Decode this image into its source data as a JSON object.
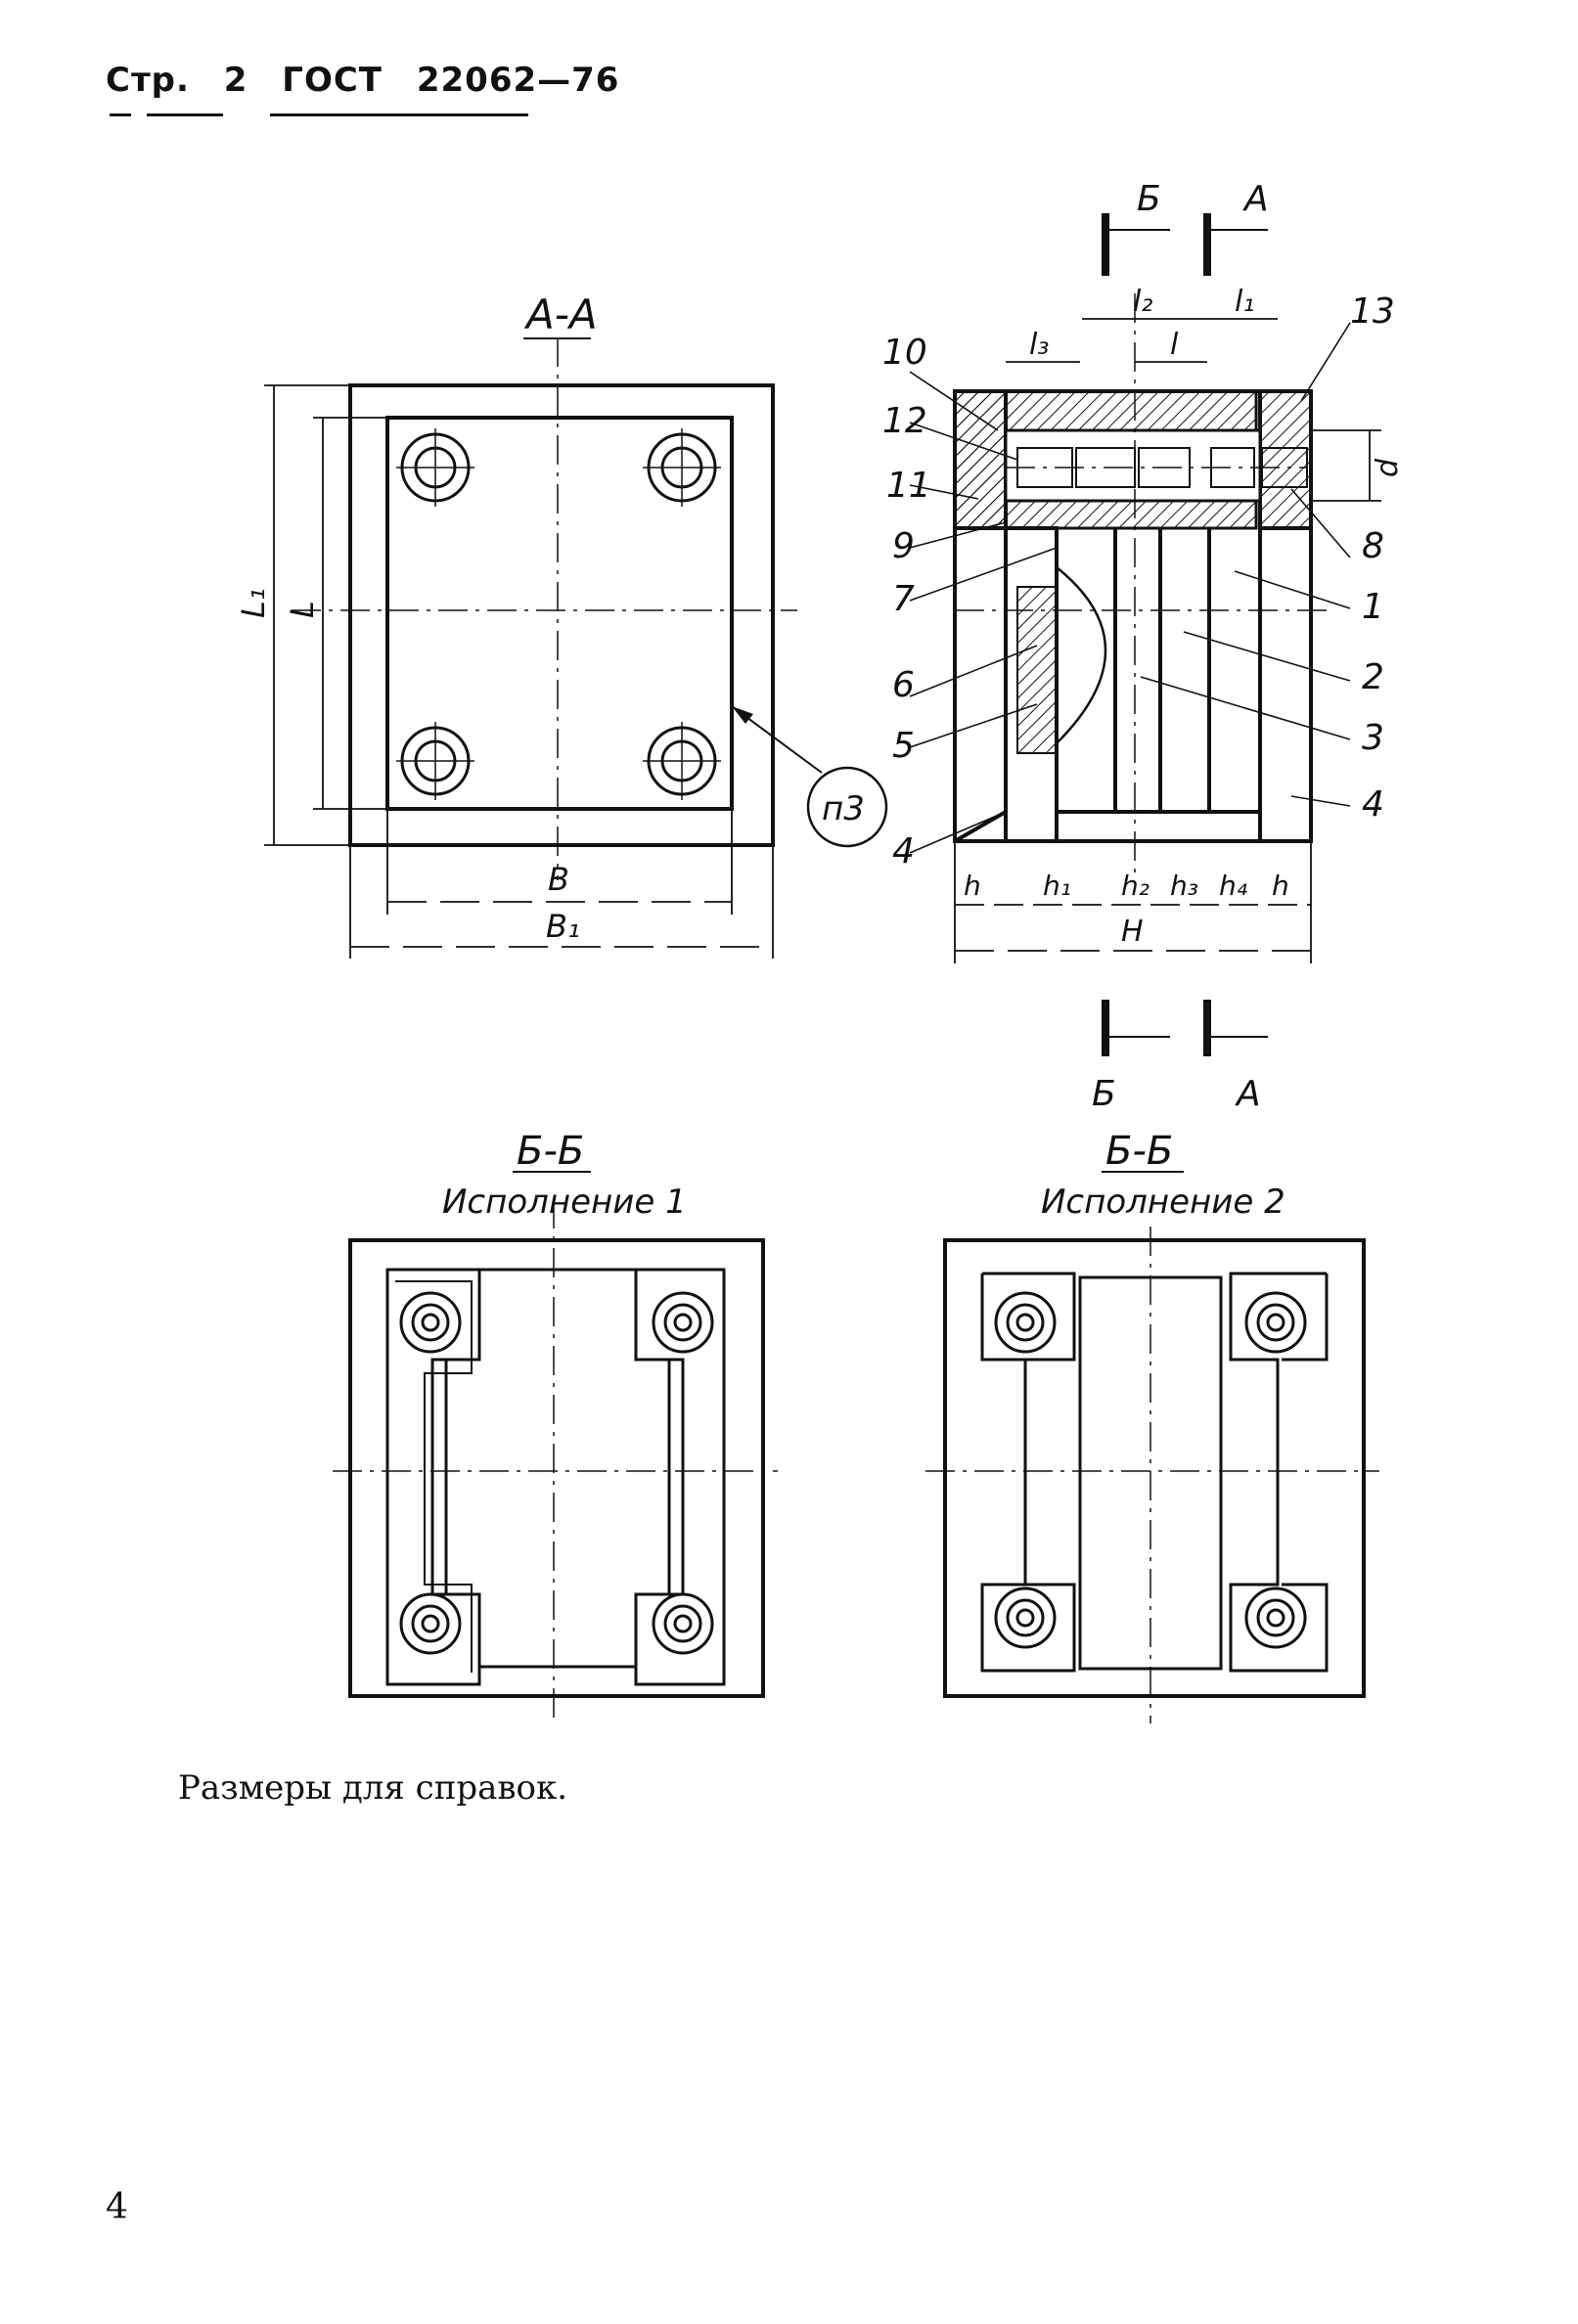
{
  "header": {
    "page_label": "Стр.",
    "page_no": "2",
    "standard": "ГОСТ",
    "standard_no": "22062—76"
  },
  "drawing": {
    "view_aa": {
      "title": "А-А",
      "dim_L1": "L₁",
      "dim_L": "L",
      "dim_B": "B",
      "dim_B1": "B₁",
      "callout": "п3"
    },
    "section": {
      "cut_b_top": "Б",
      "cut_a_top": "А",
      "cut_b_bottom": "Б",
      "cut_a_bottom": "А",
      "dim_l2": "l₂",
      "dim_l1": "l₁",
      "dim_l3": "l₃",
      "dim_l": "l",
      "dim_d": "d",
      "dim_h_left": "h",
      "dim_h1": "h₁",
      "dim_h2": "h₂",
      "dim_h3": "h₃",
      "dim_h4": "h₄",
      "dim_h_right": "h",
      "dim_H": "H",
      "labels_left": [
        "10",
        "12",
        "11",
        "9",
        "7",
        "6",
        "5",
        "4"
      ],
      "labels_right": [
        "13",
        "8",
        "1",
        "2",
        "3",
        "4"
      ]
    },
    "view_bb1": {
      "title": "Б-Б",
      "subtitle": "Исполнение 1"
    },
    "view_bb2": {
      "title": "Б-Б",
      "subtitle": "Исполнение 2"
    }
  },
  "note": "Размеры для справок.",
  "page_number": "4"
}
